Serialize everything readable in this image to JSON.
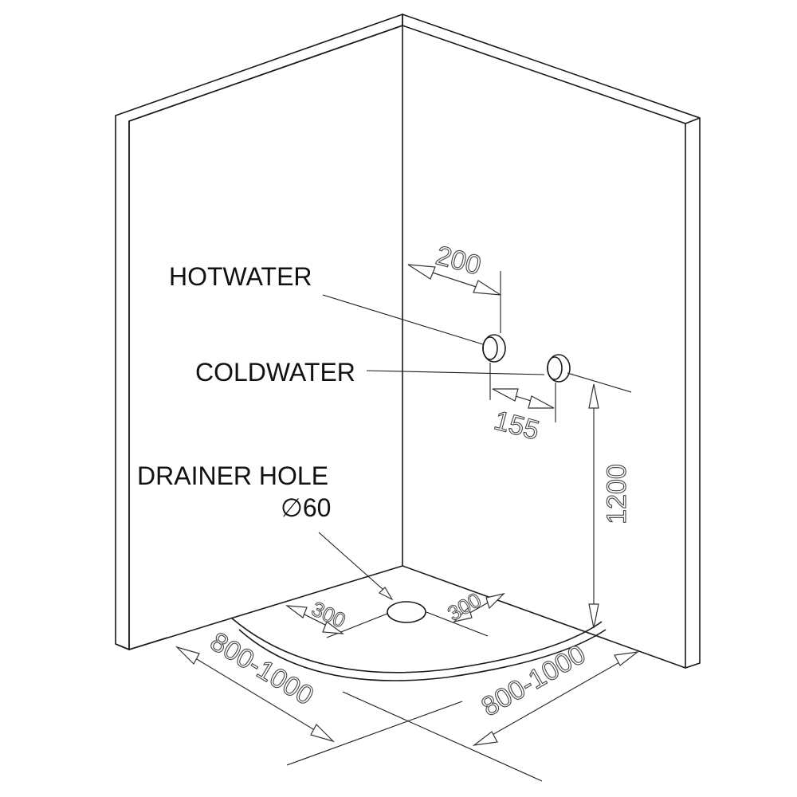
{
  "labels": {
    "hot_water": "HOTWATER",
    "cold_water": "COLDWATER",
    "drainer_hole": "DRAINER HOLE",
    "drainer_diameter": "∅60"
  },
  "dimensions": {
    "hot_offset": "200",
    "pipe_spacing": "155",
    "pipe_height": "1200",
    "drain_offset_left": "300",
    "drain_offset_right": "300",
    "floor_width_left": "800-1000",
    "floor_width_right": "800-1000"
  },
  "colors": {
    "line": "#1a1a1a",
    "background": "#ffffff"
  }
}
